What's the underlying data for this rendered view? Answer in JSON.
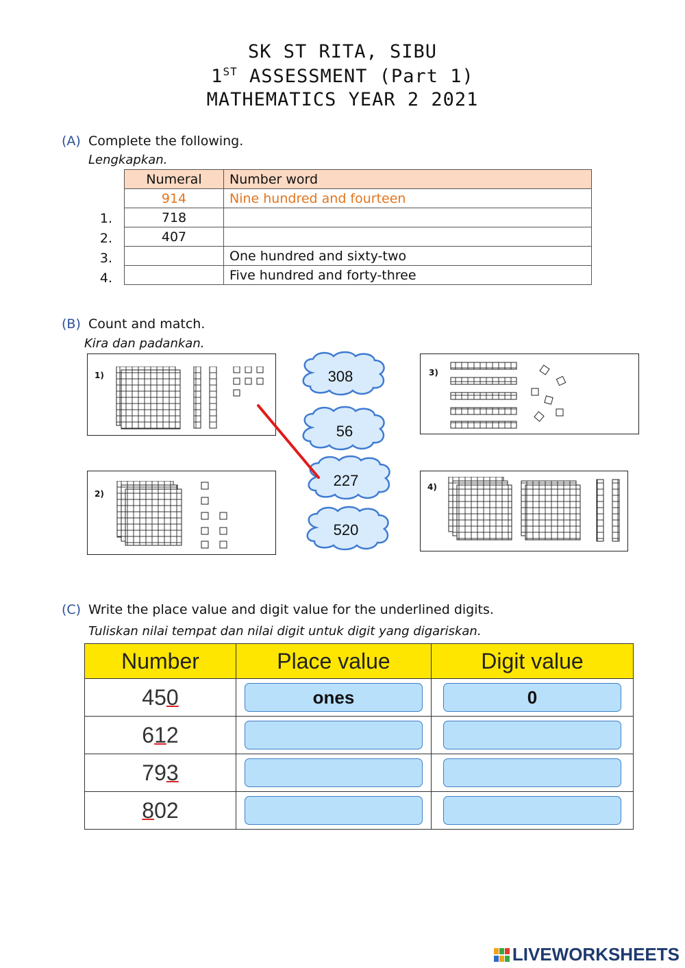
{
  "header": {
    "school": "SK ST RITA, SIBU",
    "assessment_prefix": "1",
    "assessment_sup": "ST",
    "assessment_rest": " ASSESSMENT (Part 1)",
    "subject": "MATHEMATICS YEAR 2 2021"
  },
  "section_a": {
    "letter": "(A)",
    "instruction": "Complete the following.",
    "instruction_malay": "Lengkapkan.",
    "columns": [
      "Numeral",
      "Number word"
    ],
    "example": {
      "numeral": "914",
      "word": "Nine hundred and fourteen"
    },
    "rows": [
      {
        "n": "1.",
        "numeral": "718",
        "word": ""
      },
      {
        "n": "2.",
        "numeral": "407",
        "word": ""
      },
      {
        "n": "3.",
        "numeral": "",
        "word": "One hundred and sixty-two"
      },
      {
        "n": "4.",
        "numeral": "",
        "word": "Five hundred and forty-three"
      }
    ],
    "example_color": "#e2741c",
    "header_color": "#fbd9c2"
  },
  "section_b": {
    "letter": "(B)",
    "instruction": "Count and match.",
    "instruction_malay": "Kira dan padankan.",
    "box_labels": [
      "1)",
      "2)",
      "3)",
      "4)"
    ],
    "clouds": [
      "308",
      "56",
      "227",
      "520"
    ],
    "match_line_color": "#e01b1b"
  },
  "section_c": {
    "letter": "(C)",
    "instruction": "Write the place value and digit value for the underlined digits.",
    "instruction_malay": "Tuliskan nilai tempat dan nilai digit untuk digit yang digariskan.",
    "columns": [
      "Number",
      "Place value",
      "Digit value"
    ],
    "rows": [
      {
        "pre": "45",
        "u": "0",
        "post": "",
        "place": "ones",
        "digit": "0"
      },
      {
        "pre": "6",
        "u": "1",
        "post": "2",
        "place": "",
        "digit": ""
      },
      {
        "pre": "79",
        "u": "3",
        "post": "",
        "place": "",
        "digit": ""
      },
      {
        "pre": "",
        "u": "8",
        "post": "02",
        "place": "",
        "digit": ""
      }
    ],
    "header_color": "#ffe600",
    "answer_box_color": "#b9e0fb"
  },
  "brand": {
    "name": "LIVEWORKSHEETS",
    "icon": "liveworksheets-logo-icon"
  }
}
